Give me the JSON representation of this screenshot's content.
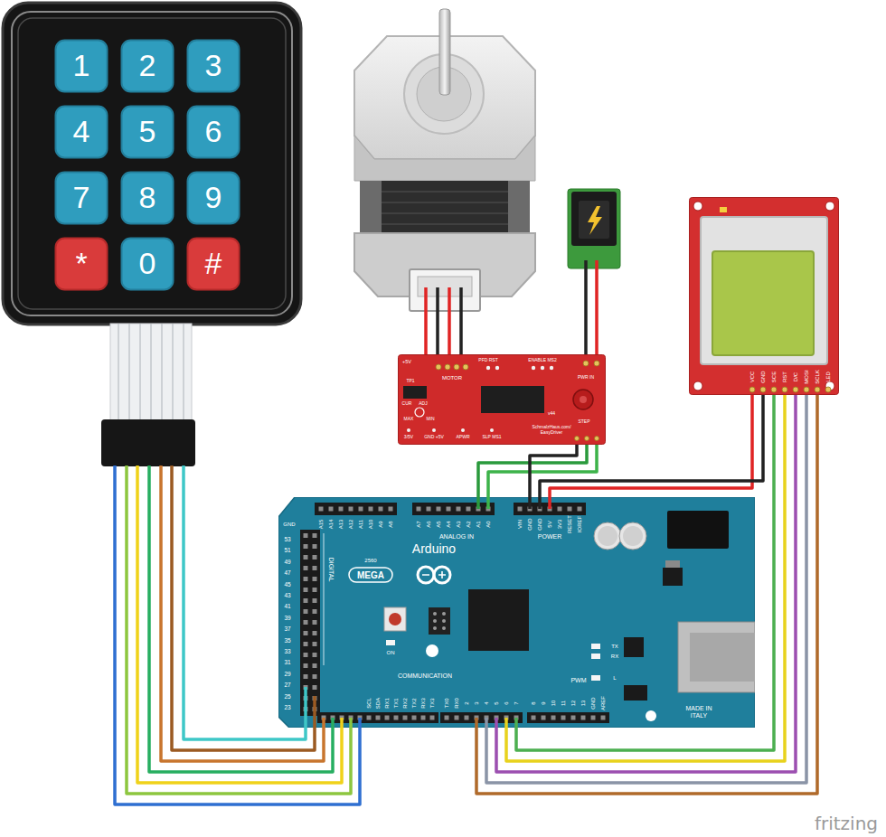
{
  "diagram": {
    "nodes": [
      {
        "text": [
          "1"
        ]
      },
      {
        "text": [
          "2"
        ]
      },
      {
        "text": [
          "3"
        ]
      },
      {
        "text": [
          "4"
        ]
      },
      {
        "text": [
          "5"
        ]
      },
      {
        "text": [
          "6"
        ]
      },
      {
        "text": [
          "7"
        ]
      },
      {
        "text": [
          "8"
        ]
      },
      {
        "text": [
          "9"
        ]
      },
      {
        "text": [
          "*"
        ]
      },
      {
        "text": [
          "0"
        ]
      },
      {
        "text": [
          "#"
        ]
      },
      {
        "text": [
          "VCC",
          "GND",
          "SCE",
          "RST",
          "D/C",
          "MOSI",
          "SCLK",
          "LED"
        ]
      },
      {
        "text": [
          "+5V",
          "MOTOR",
          "PFD RST",
          "ENABLE MS2",
          "PWR IN",
          "TP1",
          "CUR",
          "ADJ",
          "MAX",
          "MIN",
          "SchmalzHaus.com/ EasyDriver",
          "v44",
          "STEP",
          "3/5V",
          "GND +5V",
          "APWR",
          "SLP MS1"
        ]
      },
      {
        "text": [
          "Arduino",
          "MEGA",
          "2560",
          "DIGITAL",
          "ANALOG IN",
          "POWER",
          "COMMUNICATION",
          "PWM",
          "ON",
          "TX",
          "RX",
          "L",
          "MADE IN ITALY"
        ]
      }
    ],
    "edges": [
      {
        "from": 13,
        "to": 14,
        "arrow": "none"
      },
      {
        "from": 13,
        "to": 14,
        "arrow": "none"
      },
      {
        "from": 13,
        "to": 14,
        "arrow": "none"
      },
      {
        "from": 12,
        "to": 14,
        "arrow": "none"
      },
      {
        "from": 12,
        "to": 14,
        "arrow": "none"
      },
      {
        "from": 12,
        "to": 14,
        "arrow": "none"
      },
      {
        "from": 12,
        "to": 14,
        "arrow": "none"
      },
      {
        "from": 12,
        "to": 14,
        "arrow": "none"
      },
      {
        "from": 12,
        "to": 14,
        "arrow": "none"
      },
      {
        "from": 12,
        "to": 14,
        "arrow": "none"
      }
    ],
    "labels": [
      "GND",
      "A15",
      "A14",
      "A13",
      "A12",
      "A11",
      "A10",
      "A9",
      "A8",
      "A7",
      "A6",
      "A5",
      "A4",
      "A3",
      "A2",
      "A1",
      "A0",
      "VIN",
      "GND",
      "GND",
      "5V",
      "3V3",
      "RESET",
      "IOREF",
      "53",
      "51",
      "49",
      "47",
      "45",
      "43",
      "41",
      "39",
      "37",
      "35",
      "33",
      "31",
      "29",
      "27",
      "25",
      "23",
      "SCL",
      "SDA",
      "RX1",
      "TX1",
      "RX2",
      "TX2",
      "RX3",
      "TX3",
      "TX0",
      "RX0",
      "2",
      "3",
      "4",
      "5",
      "6",
      "7",
      "8",
      "9",
      "10",
      "11",
      "12",
      "13",
      "GND",
      "AREF",
      "fritzing"
    ]
  }
}
